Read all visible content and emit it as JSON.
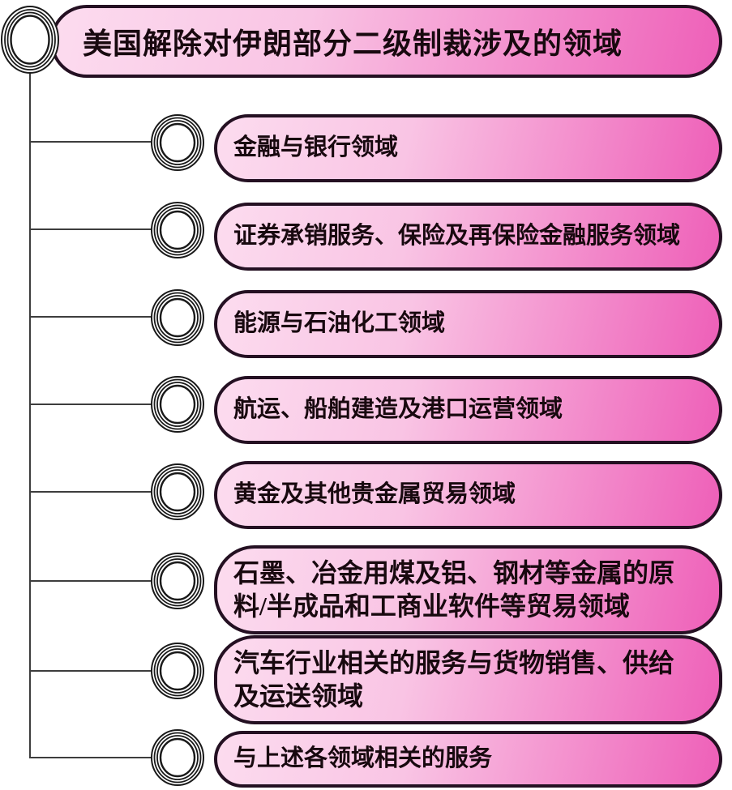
{
  "diagram": {
    "title": "美国解除对伊朗部分二级制裁涉及的领域",
    "items": [
      {
        "label": "金融与银行领域"
      },
      {
        "label": "证券承销服务、保险及再保险金融服务领域"
      },
      {
        "label": "能源与石油化工领域"
      },
      {
        "label": "航运、船舶建造及港口运营领域"
      },
      {
        "label": "黄金及其他贵金属贸易领域"
      },
      {
        "label": "石墨、冶金用煤及铝、钢材等金属的原\n料/半成品和工商业软件等贸易领域"
      },
      {
        "label": "汽车行业相关的服务与货物销售、供给\n及运送领域"
      },
      {
        "label": "与上述各领域相关的服务"
      }
    ],
    "colors": {
      "pill_gradient_start": "#fcdcef",
      "pill_gradient_end": "#ee5fb8",
      "pill_border": "#241022",
      "connector_line": "#3d3d3d",
      "text": "#18090f",
      "ring_stroke": "#1a1a1a"
    }
  }
}
